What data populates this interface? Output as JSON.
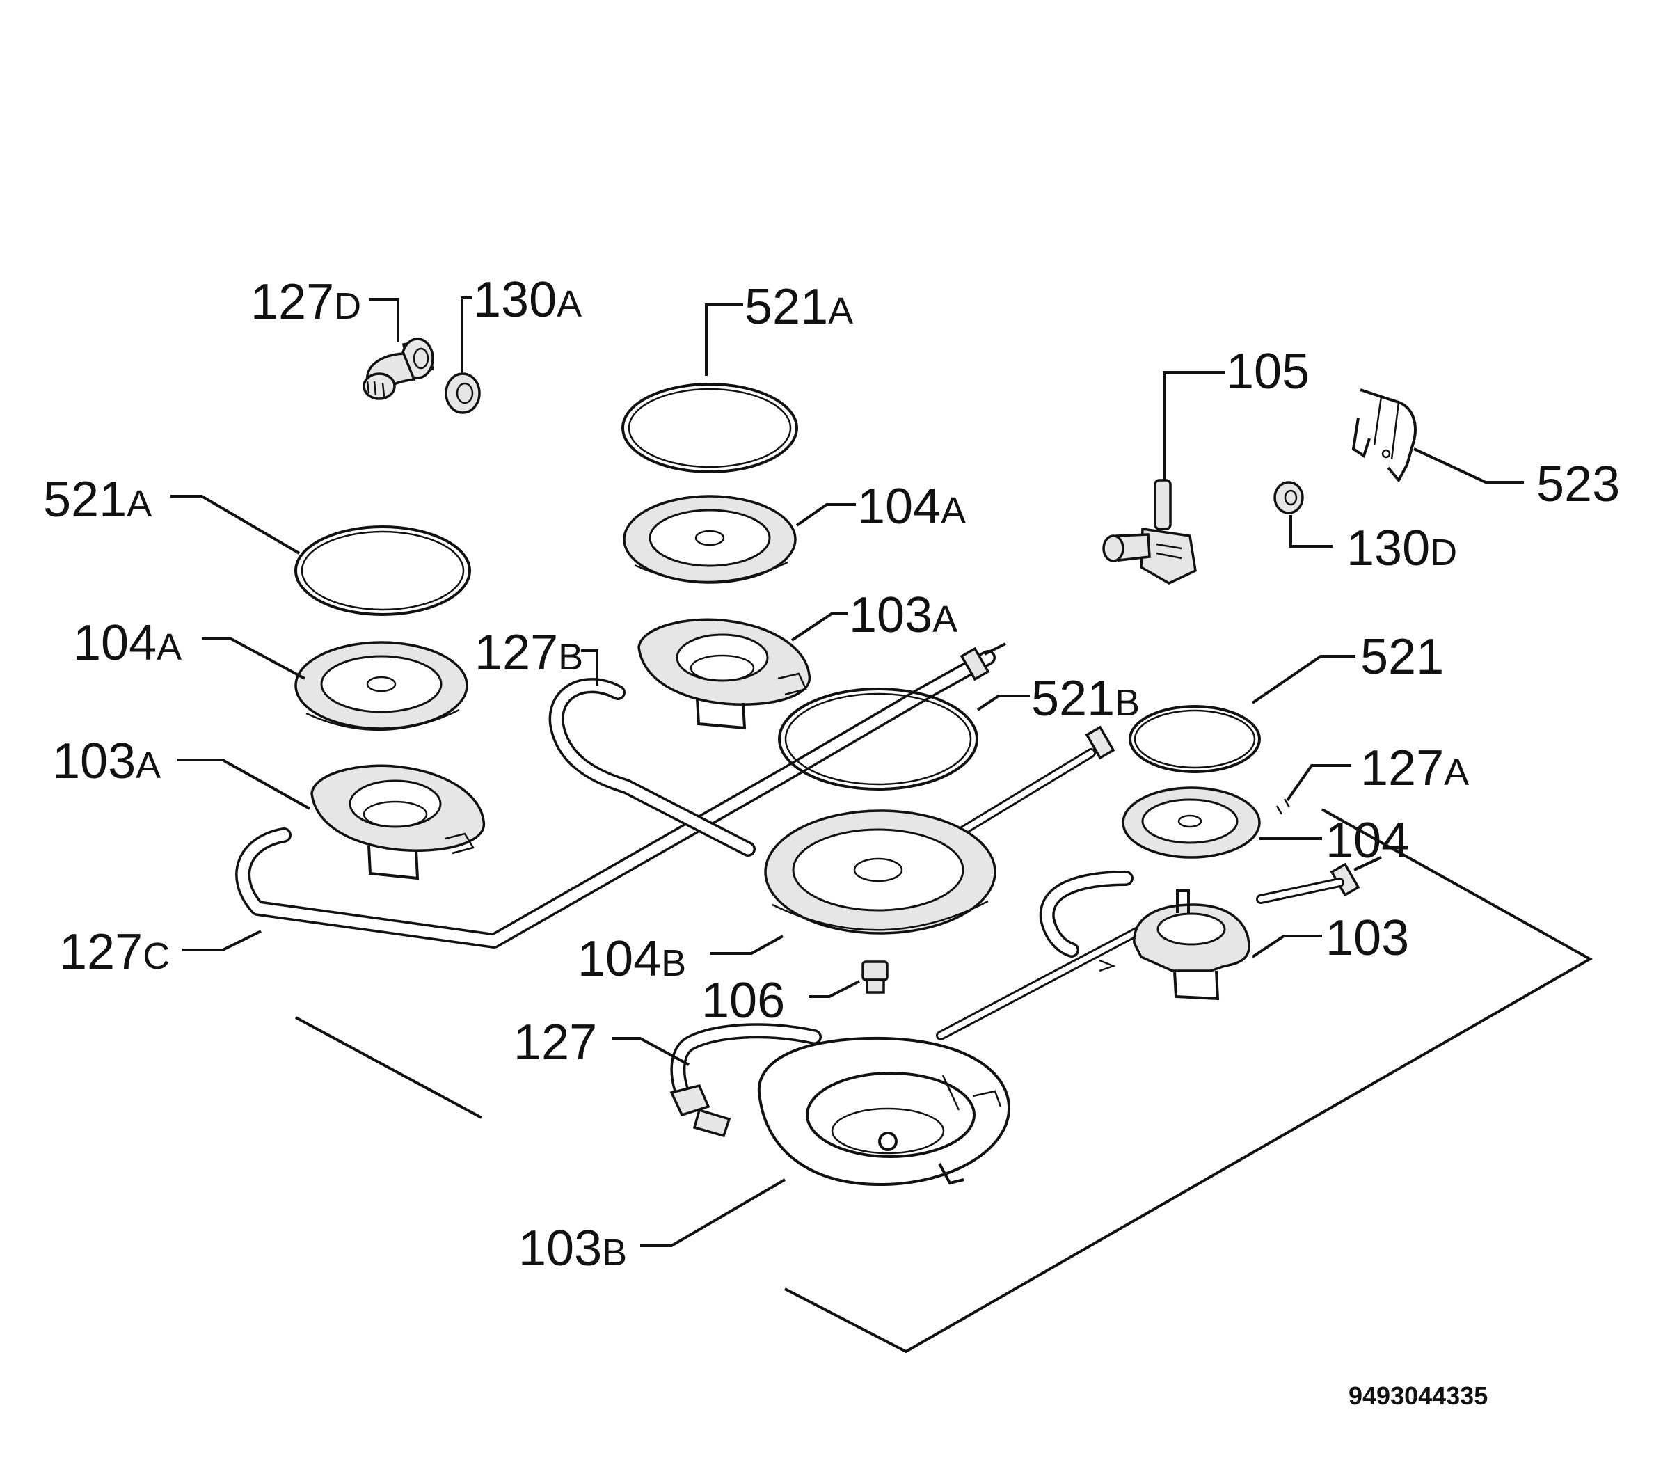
{
  "diagram": {
    "labels": [
      {
        "id": "127D",
        "num": "127",
        "suf": "D"
      },
      {
        "id": "130A",
        "num": "130",
        "suf": "A"
      },
      {
        "id": "521A_top",
        "num": "521",
        "suf": "A"
      },
      {
        "id": "105",
        "num": "105",
        "suf": ""
      },
      {
        "id": "523",
        "num": "523",
        "suf": ""
      },
      {
        "id": "521A_left",
        "num": "521",
        "suf": "A"
      },
      {
        "id": "104A_top",
        "num": "104",
        "suf": "A"
      },
      {
        "id": "130D",
        "num": "130",
        "suf": "D"
      },
      {
        "id": "104A_left",
        "num": "104",
        "suf": "A"
      },
      {
        "id": "127B",
        "num": "127",
        "suf": "B"
      },
      {
        "id": "103A_top",
        "num": "103",
        "suf": "A"
      },
      {
        "id": "521",
        "num": "521",
        "suf": ""
      },
      {
        "id": "521B",
        "num": "521",
        "suf": "B"
      },
      {
        "id": "103A_left",
        "num": "103",
        "suf": "A"
      },
      {
        "id": "127A",
        "num": "127",
        "suf": "A"
      },
      {
        "id": "104",
        "num": "104",
        "suf": ""
      },
      {
        "id": "127C",
        "num": "127",
        "suf": "C"
      },
      {
        "id": "103",
        "num": "103",
        "suf": ""
      },
      {
        "id": "104B",
        "num": "104",
        "suf": "B"
      },
      {
        "id": "106",
        "num": "106",
        "suf": ""
      },
      {
        "id": "127",
        "num": "127",
        "suf": ""
      },
      {
        "id": "103B",
        "num": "103",
        "suf": "B"
      }
    ],
    "drawing_code": "9493044335"
  }
}
